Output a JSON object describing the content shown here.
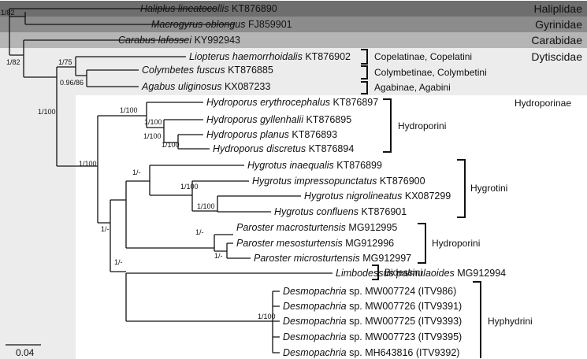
{
  "families": [
    {
      "id": "haliplidae",
      "label": "Haliplidae",
      "color": "#6e6e6e"
    },
    {
      "id": "gyrinidae",
      "label": "Gyrinidae",
      "color": "#8c8c8c"
    },
    {
      "id": "carabidae",
      "label": "Carabidae",
      "color": "#b5b5b5"
    },
    {
      "id": "dytiscidae",
      "label": "Dytiscidae",
      "color": "#ececec"
    }
  ],
  "subfamily_label": "Hydroporinae",
  "taxa": [
    {
      "genus": "Haliplus lineatocollis",
      "acc": "KT876890"
    },
    {
      "genus": "Macrogyrus oblongus",
      "acc": "FJ859901"
    },
    {
      "genus": "Carabus lafossei",
      "acc": "KY992943"
    },
    {
      "genus": "Liopterus haemorrhoidalis",
      "acc": "KT876902"
    },
    {
      "genus": "Colymbetes fuscus",
      "acc": "KT876885"
    },
    {
      "genus": "Agabus uliginosus",
      "acc": "KX087233"
    },
    {
      "genus": "Hydroporus erythrocephalus",
      "acc": "KT876897"
    },
    {
      "genus": "Hydroporus gyllenhalii",
      "acc": "KT876895"
    },
    {
      "genus": "Hydroporus planus",
      "acc": "KT876893"
    },
    {
      "genus": "Hydroporus discretus",
      "acc": "KT876894"
    },
    {
      "genus": "Hygrotus inaequalis",
      "acc": "KT876899"
    },
    {
      "genus": "Hygrotus impressopunctatus",
      "acc": "KT876900"
    },
    {
      "genus": "Hygrotus nigrolineatus",
      "acc": "KX087299"
    },
    {
      "genus": "Hygrotus confluens",
      "acc": "KT876901"
    },
    {
      "genus": "Paroster macrosturtensis",
      "acc": "MG912995"
    },
    {
      "genus": "Paroster mesosturtensis",
      "acc": "MG912996"
    },
    {
      "genus": "Paroster microsturtensis",
      "acc": "MG912997"
    },
    {
      "genus": "Limbodessus palmulaoides",
      "acc": "MG912994"
    },
    {
      "genus": "Desmopachria",
      "acc": "sp. MW007724 (ITV986)"
    },
    {
      "genus": "Desmopachria",
      "acc": "sp. MW007726 (ITV9391)"
    },
    {
      "genus": "Desmopachria",
      "acc": "sp. MW007725 (ITV9393)"
    },
    {
      "genus": "Desmopachria",
      "acc": "sp. MW007723 (ITV9395)"
    },
    {
      "genus": "Desmopachria",
      "acc": "sp. MH643816 (ITV9392)"
    }
  ],
  "clades": [
    {
      "id": "copelatinae",
      "label": "Copelatinae, Copelatini"
    },
    {
      "id": "colymbetinae",
      "label": "Colymbetinae, Colymbetini"
    },
    {
      "id": "agabinae",
      "label": "Agabinae, Agabini"
    },
    {
      "id": "hydroporini1",
      "label": "Hydroporini"
    },
    {
      "id": "hygrotini",
      "label": "Hygrotini"
    },
    {
      "id": "hydroporini2",
      "label": "Hydroporini"
    },
    {
      "id": "bidessini",
      "label": "Bidessini"
    },
    {
      "id": "hyphydrini",
      "label": "Hyphydrini"
    }
  ],
  "support": [
    {
      "id": "root",
      "label": "1/82"
    },
    {
      "id": "carabidae_dyt",
      "label": "1/82"
    },
    {
      "id": "dytiscidae_inner",
      "label": "1/75"
    },
    {
      "id": "colym_agabus",
      "label": "0.96/86"
    },
    {
      "id": "dyt_crown",
      "label": "1/100"
    },
    {
      "id": "hydroporinae",
      "label": "1/100"
    },
    {
      "id": "hydroporus",
      "label": "1/100"
    },
    {
      "id": "hydroporus_b",
      "label": "1/100"
    },
    {
      "id": "hydroporus_c",
      "label": "1/100"
    },
    {
      "id": "hygrotus",
      "label": "1/100"
    },
    {
      "id": "hygrotus_b",
      "label": "1/-"
    },
    {
      "id": "hygrotus_c",
      "label": "1/100"
    },
    {
      "id": "paroster",
      "label": "1/100"
    },
    {
      "id": "paroster_b",
      "label": "1/-"
    },
    {
      "id": "hygro_paro",
      "label": "1/-"
    },
    {
      "id": "lower",
      "label": "1/-"
    },
    {
      "id": "limbo_desmo",
      "label": "1/-"
    },
    {
      "id": "desmopachria",
      "label": "1/100"
    }
  ],
  "scale_bar": {
    "label": "0.04"
  }
}
